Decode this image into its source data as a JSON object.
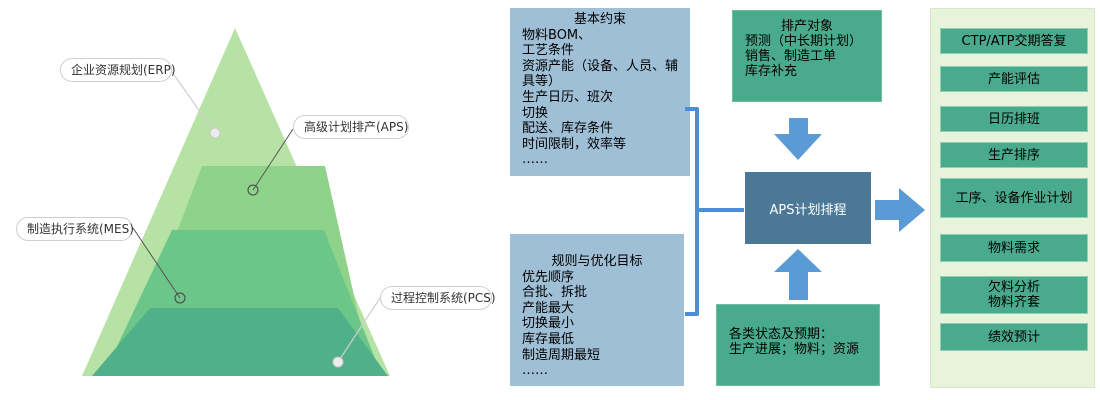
{
  "pyramid": {
    "labels": {
      "erp": "企业资源规划(ERP)",
      "aps": "高级计划排产(APS)",
      "mes": "制造执行系统(MES)",
      "pcs": "过程控制系统(PCS)"
    }
  },
  "constraints": {
    "title": "基本约束",
    "lines": [
      "物料BOM、",
      "工艺条件",
      "资源产能（设备、人员、辅",
      "具等）",
      "生产日历、班次",
      "切换",
      "配送、库存条件",
      "时间限制，效率等",
      "……"
    ]
  },
  "rules": {
    "title": "规则与优化目标",
    "lines": [
      "优先顺序",
      "合批、拆批",
      "产能最大",
      "切换最小",
      "库存最低",
      "制造周期最短",
      "……"
    ]
  },
  "objects": {
    "title": "排产对象",
    "lines": [
      "预测（中长期计划）",
      "销售、制造工单",
      "库存补充"
    ]
  },
  "states": {
    "lines": [
      "各类状态及预期：",
      "生产进展；物料；资源"
    ]
  },
  "center": {
    "label": "APS计划排程"
  },
  "outputs": [
    {
      "lines": [
        "CTP/ATP交期答复"
      ]
    },
    {
      "lines": [
        "产能评估"
      ]
    },
    {
      "lines": [
        "日历排班"
      ]
    },
    {
      "lines": [
        "生产排序"
      ]
    },
    {
      "lines": [
        "工序、设备作业计划"
      ]
    },
    {
      "lines": [
        "物料需求"
      ]
    },
    {
      "lines": [
        "欠料分析",
        "物料齐套"
      ]
    },
    {
      "lines": [
        "绩效预计"
      ]
    }
  ],
  "colors": {
    "pyramid_layers": [
      "#b7e2a5",
      "#8fd38a",
      "#6cc589",
      "#4fb08a"
    ],
    "blue_box": "#9fbfd6",
    "green_box": "#4aaa8c",
    "center_box": "#4b7896",
    "arrow": "#5b9bd5",
    "right_panel": "#e8f3dc"
  }
}
